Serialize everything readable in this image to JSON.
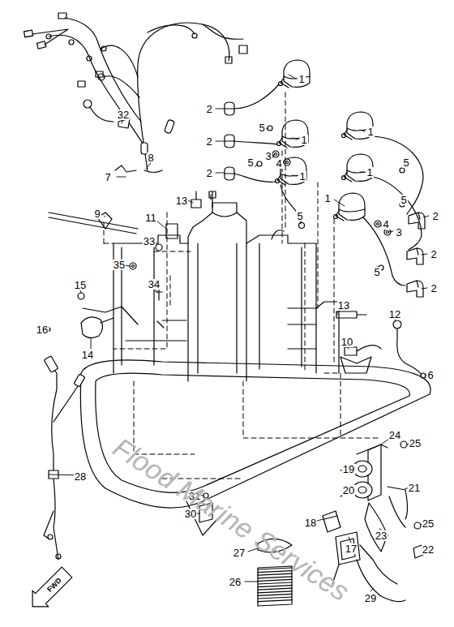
{
  "diagram": {
    "labels": [
      "1",
      "1",
      "1",
      "1",
      "1",
      "1",
      "2",
      "2",
      "2",
      "2",
      "2",
      "2",
      "5",
      "5",
      "5",
      "5",
      "5",
      "5",
      "3",
      "3",
      "4",
      "4",
      "32",
      "8",
      "7",
      "13",
      "13",
      "11",
      "9",
      "33",
      "35",
      "34",
      "15",
      "16",
      "14",
      "12",
      "10",
      "6",
      "24",
      "25",
      "19",
      "20",
      "21",
      "25",
      "22",
      "23",
      "18",
      "17",
      "29",
      "27",
      "26",
      "31",
      "30",
      "28",
      "FWD",
      "Flood Marine Services"
    ]
  }
}
